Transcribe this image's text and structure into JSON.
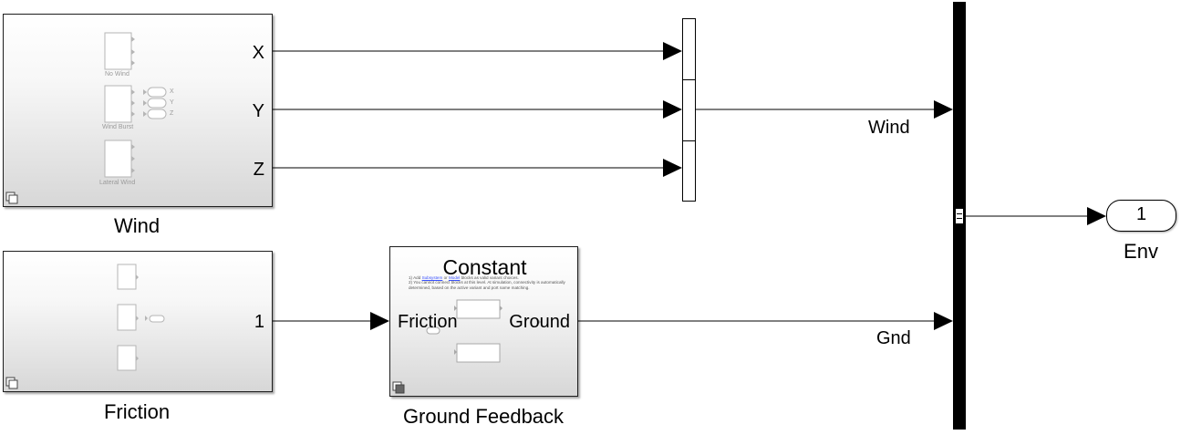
{
  "blocks": {
    "wind": {
      "label": "Wind",
      "ports": {
        "x": "X",
        "y": "Y",
        "z": "Z"
      },
      "inner": {
        "no_wind": "No Wind",
        "wind_burst": "Wind Burst",
        "lateral_wind": "Lateral Wind",
        "port_x": "X",
        "port_y": "Y",
        "port_z": "Z"
      }
    },
    "friction": {
      "label": "Friction",
      "ports": {
        "out": "1"
      }
    },
    "ground_feedback": {
      "label": "Ground Feedback",
      "title": "Constant",
      "in_port": "Friction",
      "out_port": "Ground",
      "note_line1_a": "1) Add ",
      "note_link1": "Subsystem",
      "note_line1_b": " or ",
      "note_link2": "Model",
      "note_line1_c": " blocks as valid variant choices.",
      "note_line2": "2) You cannot connect blocks at this level. At simulation, connectivity is automatically",
      "note_line3": "determined, based on the active variant and port name matching."
    }
  },
  "signals": {
    "wind": "Wind",
    "gnd": "Gnd"
  },
  "outport": {
    "number": "1",
    "label": "Env"
  }
}
